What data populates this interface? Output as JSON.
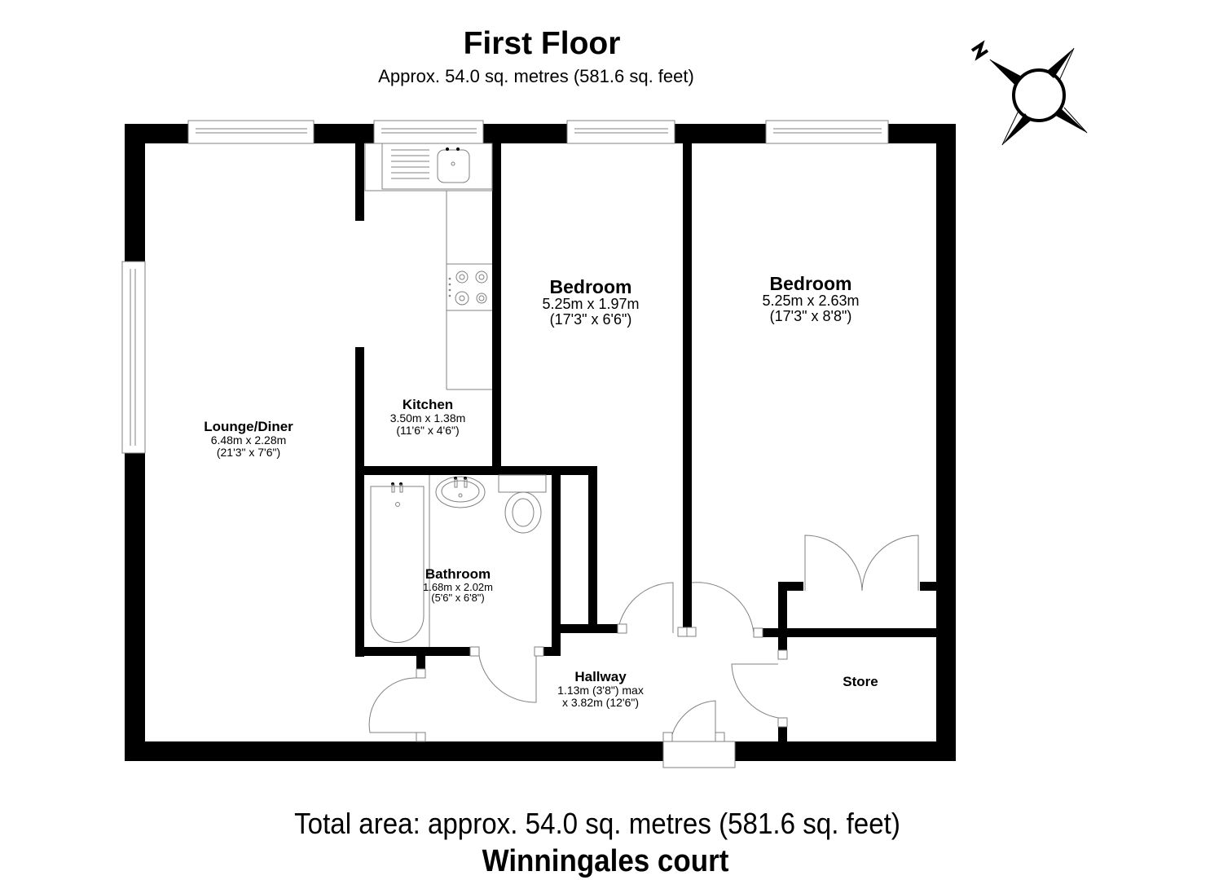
{
  "header": {
    "title": "First Floor",
    "subtitle": "Approx. 54.0 sq. metres (581.6 sq. feet)"
  },
  "compass": {
    "label": "N",
    "icon": "compass-rose-icon"
  },
  "rooms": {
    "lounge": {
      "name": "Lounge/Diner",
      "metric": "6.48m x 2.28m",
      "imperial": "(21'3\" x 7'6\")"
    },
    "kitchen": {
      "name": "Kitchen",
      "metric": "3.50m x 1.38m",
      "imperial": "(11'6\" x 4'6\")"
    },
    "bedroom1": {
      "name": "Bedroom",
      "metric": "5.25m x 1.97m",
      "imperial": "(17'3\" x 6'6\")"
    },
    "bedroom2": {
      "name": "Bedroom",
      "metric": "5.25m x 2.63m",
      "imperial": "(17'3\" x 8'8\")"
    },
    "bathroom": {
      "name": "Bathroom",
      "metric": "1.68m x 2.02m",
      "imperial": "(5'6\" x 6'8\")"
    },
    "hallway": {
      "name": "Hallway",
      "metric": "1.13m (3'8\") max",
      "imperial": "x 3.82m (12'6\")"
    },
    "store": {
      "name": "Store"
    }
  },
  "footer": {
    "total_area": "Total area: approx. 54.0 sq. metres (581.6 sq. feet)",
    "building_name": "Winningales court"
  },
  "colors": {
    "wall": "#000000",
    "fixture_line": "#808080",
    "background": "#ffffff"
  }
}
